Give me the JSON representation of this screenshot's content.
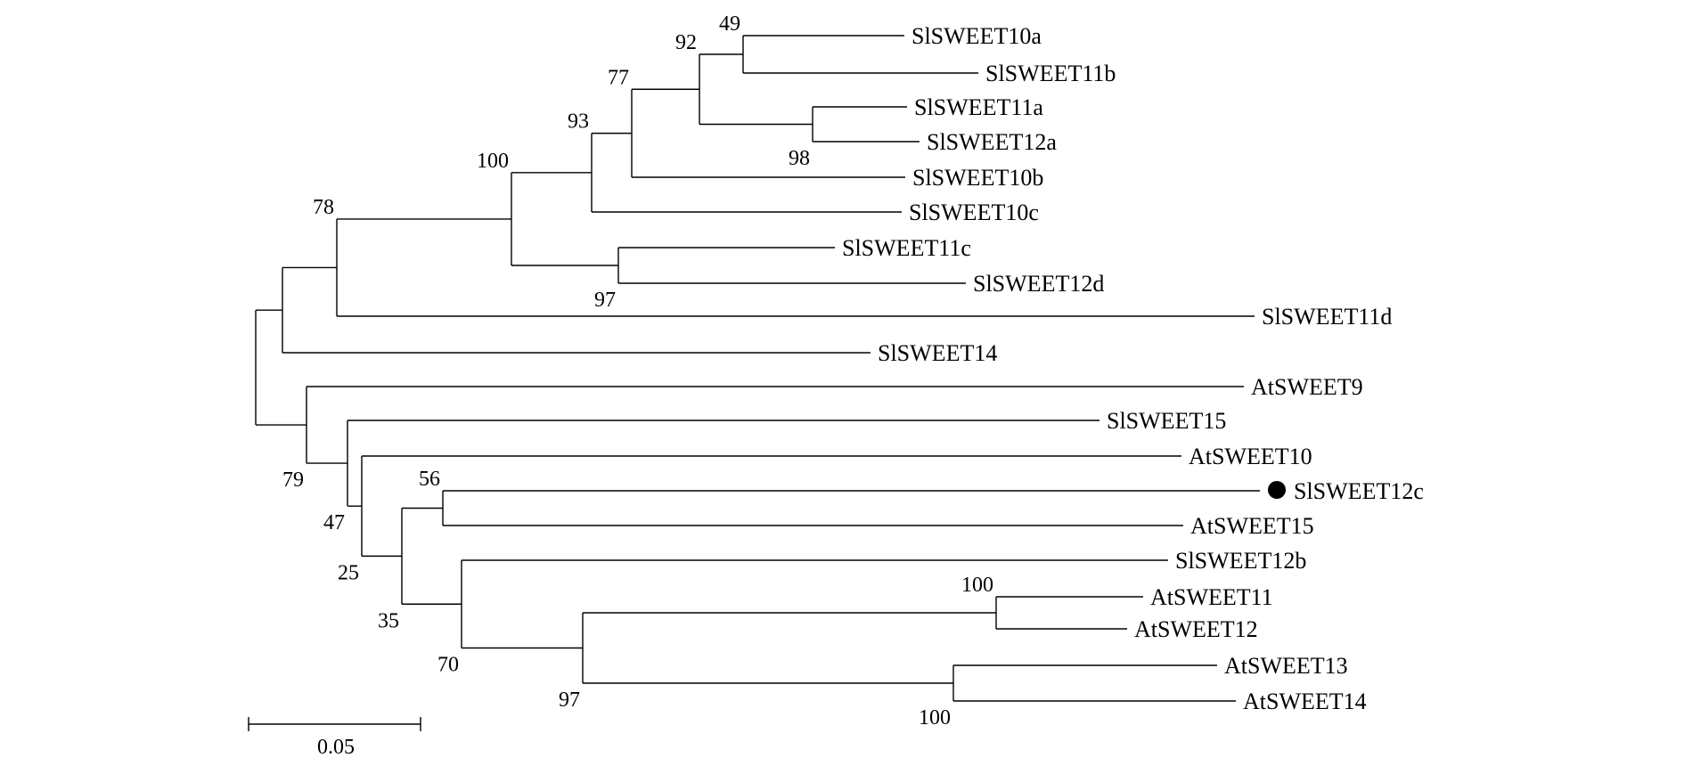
{
  "tree": {
    "leaves": [
      {
        "id": "SlSWEET10a",
        "label": "SlSWEET10a"
      },
      {
        "id": "SlSWEET11b",
        "label": "SlSWEET11b"
      },
      {
        "id": "SlSWEET11a",
        "label": "SlSWEET11a"
      },
      {
        "id": "SlSWEET12a",
        "label": "SlSWEET12a"
      },
      {
        "id": "SlSWEET10b",
        "label": "SlSWEET10b"
      },
      {
        "id": "SlSWEET10c",
        "label": "SlSWEET10c"
      },
      {
        "id": "SlSWEET11c",
        "label": "SlSWEET11c"
      },
      {
        "id": "SlSWEET12d",
        "label": "SlSWEET12d"
      },
      {
        "id": "SlSWEET11d",
        "label": "SlSWEET11d"
      },
      {
        "id": "SlSWEET14",
        "label": "SlSWEET14"
      },
      {
        "id": "AtSWEET9",
        "label": "AtSWEET9"
      },
      {
        "id": "SlSWEET15",
        "label": "SlSWEET15"
      },
      {
        "id": "AtSWEET10",
        "label": "AtSWEET10"
      },
      {
        "id": "SlSWEET12c",
        "label": "SlSWEET12c",
        "marked": true
      },
      {
        "id": "AtSWEET15",
        "label": "AtSWEET15"
      },
      {
        "id": "SlSWEET12b",
        "label": "SlSWEET12b"
      },
      {
        "id": "AtSWEET11",
        "label": "AtSWEET11"
      },
      {
        "id": "AtSWEET12",
        "label": "AtSWEET12"
      },
      {
        "id": "AtSWEET13",
        "label": "AtSWEET13"
      },
      {
        "id": "AtSWEET14",
        "label": "AtSWEET14"
      }
    ],
    "bootstrap": [
      "49",
      "92",
      "98",
      "77",
      "93",
      "100",
      "97",
      "78",
      "79",
      "47",
      "25",
      "56",
      "35",
      "70",
      "100",
      "97",
      "100"
    ],
    "scale_bar_label": "0.05",
    "marker_color": "#000000"
  }
}
